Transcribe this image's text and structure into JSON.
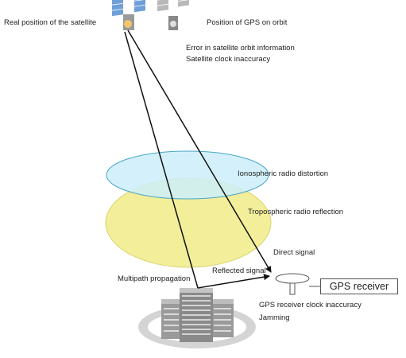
{
  "labels": {
    "real_position": "Real position of the satellite",
    "gps_orbit_position": "Position of GPS on orbit",
    "orbit_error": "Error in satellite orbit information",
    "clock_inaccuracy": "Satellite clock inaccuracy",
    "ionospheric": "Ionospheric radio distortion",
    "tropospheric": "Tropospheric radio reflection",
    "direct_signal": "Direct signal",
    "reflected_signal": "Reflected signal",
    "multipath": "Multipath propagation",
    "receiver": "GPS receiver",
    "receiver_clock": "GPS receiver clock inaccuracy",
    "jamming": "Jamming"
  },
  "colors": {
    "ionosphere_fill": "#cdeefa",
    "ionosphere_stroke": "#4aa6c8",
    "troposphere_fill": "#f3ee9a",
    "troposphere_stroke": "#d9d36a",
    "line": "#111111",
    "ground_ring": "#d4d4d4",
    "satellite_real": "#6f9fd8",
    "satellite_orbit": "#a8a8a8"
  }
}
